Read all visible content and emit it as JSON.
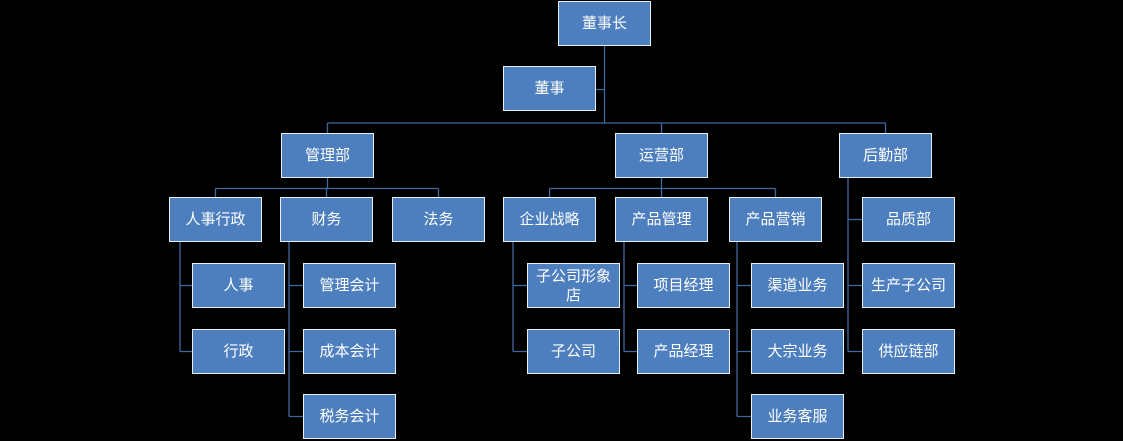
{
  "org_chart": {
    "type": "organization-chart",
    "colors": {
      "background": "#000000",
      "node_fill": "#4d7ebd",
      "node_border": "#eaeff6",
      "connector": "#3f68a0",
      "text": "#ffffff"
    },
    "nodes": {
      "chairman": {
        "label": "董事长",
        "parent": null
      },
      "director": {
        "label": "董事",
        "parent": "chairman"
      },
      "management_dept": {
        "label": "管理部",
        "parent": "chairman"
      },
      "operations_dept": {
        "label": "运营部",
        "parent": "chairman"
      },
      "logistics_dept": {
        "label": "后勤部",
        "parent": "chairman"
      },
      "hr_admin": {
        "label": "人事行政",
        "parent": "management_dept"
      },
      "finance": {
        "label": "财务",
        "parent": "management_dept"
      },
      "legal": {
        "label": "法务",
        "parent": "management_dept"
      },
      "corporate_strategy": {
        "label": "企业战略",
        "parent": "operations_dept"
      },
      "product_management": {
        "label": "产品管理",
        "parent": "operations_dept"
      },
      "product_marketing": {
        "label": "产品营销",
        "parent": "operations_dept"
      },
      "quality_dept": {
        "label": "品质部",
        "parent": "logistics_dept"
      },
      "production_subsidiary": {
        "label": "生产子公司",
        "parent": "logistics_dept"
      },
      "supply_chain_dept": {
        "label": "供应链部",
        "parent": "logistics_dept"
      },
      "hr": {
        "label": "人事",
        "parent": "hr_admin"
      },
      "admin": {
        "label": "行政",
        "parent": "hr_admin"
      },
      "management_accounting": {
        "label": "管理会计",
        "parent": "finance"
      },
      "cost_accounting": {
        "label": "成本会计",
        "parent": "finance"
      },
      "tax_accounting": {
        "label": "税务会计",
        "parent": "finance"
      },
      "subsidiary_image_store": {
        "label": "子公司形象店",
        "parent": "corporate_strategy"
      },
      "subsidiary": {
        "label": "子公司",
        "parent": "corporate_strategy"
      },
      "project_manager": {
        "label": "项目经理",
        "parent": "product_management"
      },
      "product_manager": {
        "label": "产品经理",
        "parent": "product_management"
      },
      "channel_business": {
        "label": "渠道业务",
        "parent": "product_marketing"
      },
      "bulk_business": {
        "label": "大宗业务",
        "parent": "product_marketing"
      },
      "business_customer_service": {
        "label": "业务客服",
        "parent": "product_marketing"
      }
    }
  }
}
